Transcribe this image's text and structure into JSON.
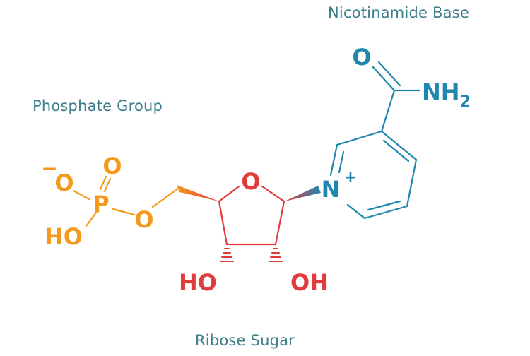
{
  "labels": {
    "nicotinamide": "Nicotinamide Base",
    "phosphate": "Phosphate Group",
    "ribose": "Ribose Sugar"
  },
  "atoms": {
    "amide_o": "O",
    "amide_nh": "NH",
    "amide_sub2": "2",
    "ring_n": "N",
    "ring_n_charge": "+",
    "ribose_o": "O",
    "ho_left": "HO",
    "oh_right": "OH",
    "phosphorus": "P",
    "p_double_o": "O",
    "p_neg_o": "O",
    "neg_charge": "−",
    "p_ho": "HO",
    "bridge_o": "O"
  },
  "colors": {
    "nicotinamide": "#1f87ad",
    "phosphate": "#f39a1c",
    "ribose": "#e23b3b",
    "label": "#3e7f8c"
  }
}
